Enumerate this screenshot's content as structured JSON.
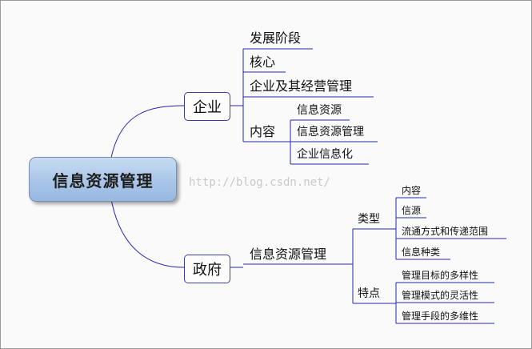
{
  "root": "信息资源管理",
  "watermark": "http://blog.csdn.net/",
  "enterprise": {
    "label": "企业",
    "children": [
      "发展阶段",
      "核心",
      "企业及其经营管理"
    ],
    "content": {
      "label": "内容",
      "children": [
        "信息资源",
        "信息资源管理",
        "企业信息化"
      ]
    }
  },
  "government": {
    "label": "政府",
    "sub": {
      "label": "信息资源管理",
      "types": {
        "label": "类型",
        "children": [
          "内容",
          "信源",
          "流通方式和传递范围",
          "信息种类"
        ]
      },
      "features": {
        "label": "特点",
        "children": [
          "管理目标的多样性",
          "管理模式的灵活性",
          "管理手段的多维性"
        ]
      }
    }
  },
  "colors": {
    "line": "#2525b0",
    "root_fill": "#a9c6e8",
    "watermark": "#c9c9c9"
  }
}
